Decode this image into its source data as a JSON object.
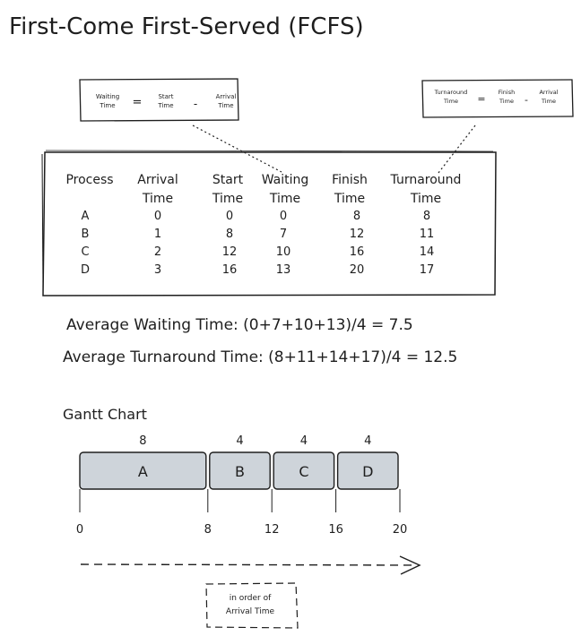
{
  "title": "First-Come First-Served (FCFS)",
  "formula_waiting": {
    "lhs_line1": "Waiting",
    "lhs_line2": "Time",
    "eq": "=",
    "a_line1": "Start",
    "a_line2": "Time",
    "minus": "-",
    "b_line1": "Arrival",
    "b_line2": "Time"
  },
  "formula_turnaround": {
    "lhs_line1": "Turnaround",
    "lhs_line2": "Time",
    "eq": "=",
    "a_line1": "Finish",
    "a_line2": "Time",
    "minus": "-",
    "b_line1": "Arrival",
    "b_line2": "Time"
  },
  "table": {
    "headers": [
      {
        "line1": "Process",
        "line2": ""
      },
      {
        "line1": "Arrival",
        "line2": "Time"
      },
      {
        "line1": "Start",
        "line2": "Time"
      },
      {
        "line1": "Waiting",
        "line2": "Time"
      },
      {
        "line1": "Finish",
        "line2": "Time"
      },
      {
        "line1": "Turnaround",
        "line2": "Time"
      }
    ],
    "rows": [
      [
        "A",
        "0",
        "0",
        "0",
        "8",
        "8"
      ],
      [
        "B",
        "1",
        "8",
        "7",
        "12",
        "11"
      ],
      [
        "C",
        "2",
        "12",
        "10",
        "16",
        "14"
      ],
      [
        "D",
        "3",
        "16",
        "13",
        "20",
        "17"
      ]
    ]
  },
  "avg_waiting": "Average Waiting Time: (0+7+10+13)/4 = 7.5",
  "avg_turnaround": "Average Turnaround Time: (8+11+14+17)/4 = 12.5",
  "gantt": {
    "label": "Gantt Chart",
    "fill_color": "#ced4da",
    "blocks": [
      {
        "name": "A",
        "start": 0,
        "end": 8,
        "duration": "8"
      },
      {
        "name": "B",
        "start": 8,
        "end": 12,
        "duration": "4"
      },
      {
        "name": "C",
        "start": 12,
        "end": 16,
        "duration": "4"
      },
      {
        "name": "D",
        "start": 16,
        "end": 20,
        "duration": "4"
      }
    ],
    "ticks": [
      "0",
      "8",
      "12",
      "16",
      "20"
    ]
  },
  "note": {
    "line1": "in order of",
    "line2": "Arrival Time"
  }
}
